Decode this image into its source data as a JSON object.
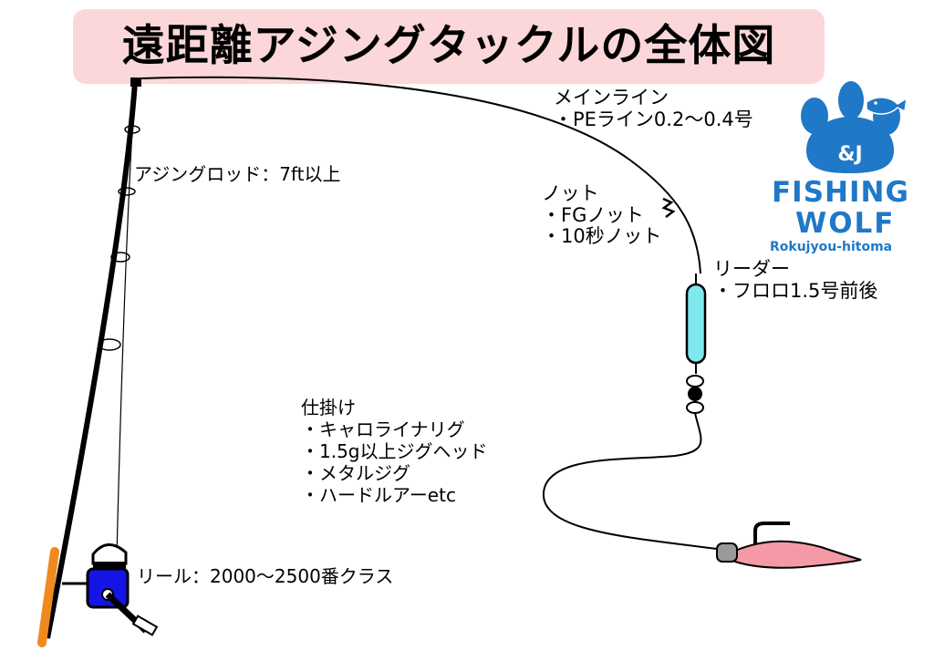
{
  "title": "遠距離アジングタックルの全体図",
  "labels": {
    "main_line": "メインライン\n・PEライン0.2～0.4号",
    "knot": "ノット\n・FGノット\n・10秒ノット",
    "leader": "リーダー\n・フロロ1.5号前後",
    "rod": "アジングロッド：7ft以上",
    "rig": "仕掛け\n・キャロライナリグ\n・1.5g以上ジグヘッド\n・メタルジグ\n・ハードルアーetc",
    "reel": "リール：2000～2500番クラス"
  },
  "logo": {
    "line1": "FISHING",
    "line2": "WOLF",
    "sub": "Rokujyou-hitoma",
    "paw_text": "&J",
    "color": "#1f78c8"
  },
  "colors": {
    "title_bg": "#fbd7d9",
    "float": "#7fe8ef",
    "reel_body": "#1414e6",
    "handle": "#f08a1e",
    "lure": "#f49aa6",
    "jighead": "#999999"
  }
}
